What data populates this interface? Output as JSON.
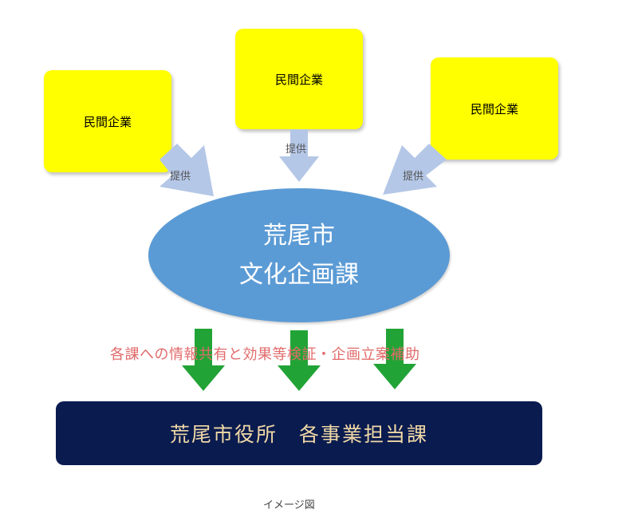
{
  "companies": [
    {
      "label": "民間企業"
    },
    {
      "label": "民間企業"
    },
    {
      "label": "民間企業"
    }
  ],
  "provide_labels": [
    "提供",
    "提供",
    "提供"
  ],
  "center": {
    "line1": "荒尾市",
    "line2": "文化企画課"
  },
  "info_text": "各課への情報共有と効果等検証・企画立案補助",
  "bottom": {
    "label": "荒尾市役所　各事業担当課"
  },
  "caption": "イメージ図",
  "colors": {
    "company_fill": "#ffff00",
    "provide_arrow": "#b4c7e7",
    "center_fill": "#5b9bd5",
    "info_text": "#e26b6b",
    "down_arrow": "#22a336",
    "bottom_fill": "#0a1b4f",
    "bottom_text": "#f0d9a6"
  }
}
